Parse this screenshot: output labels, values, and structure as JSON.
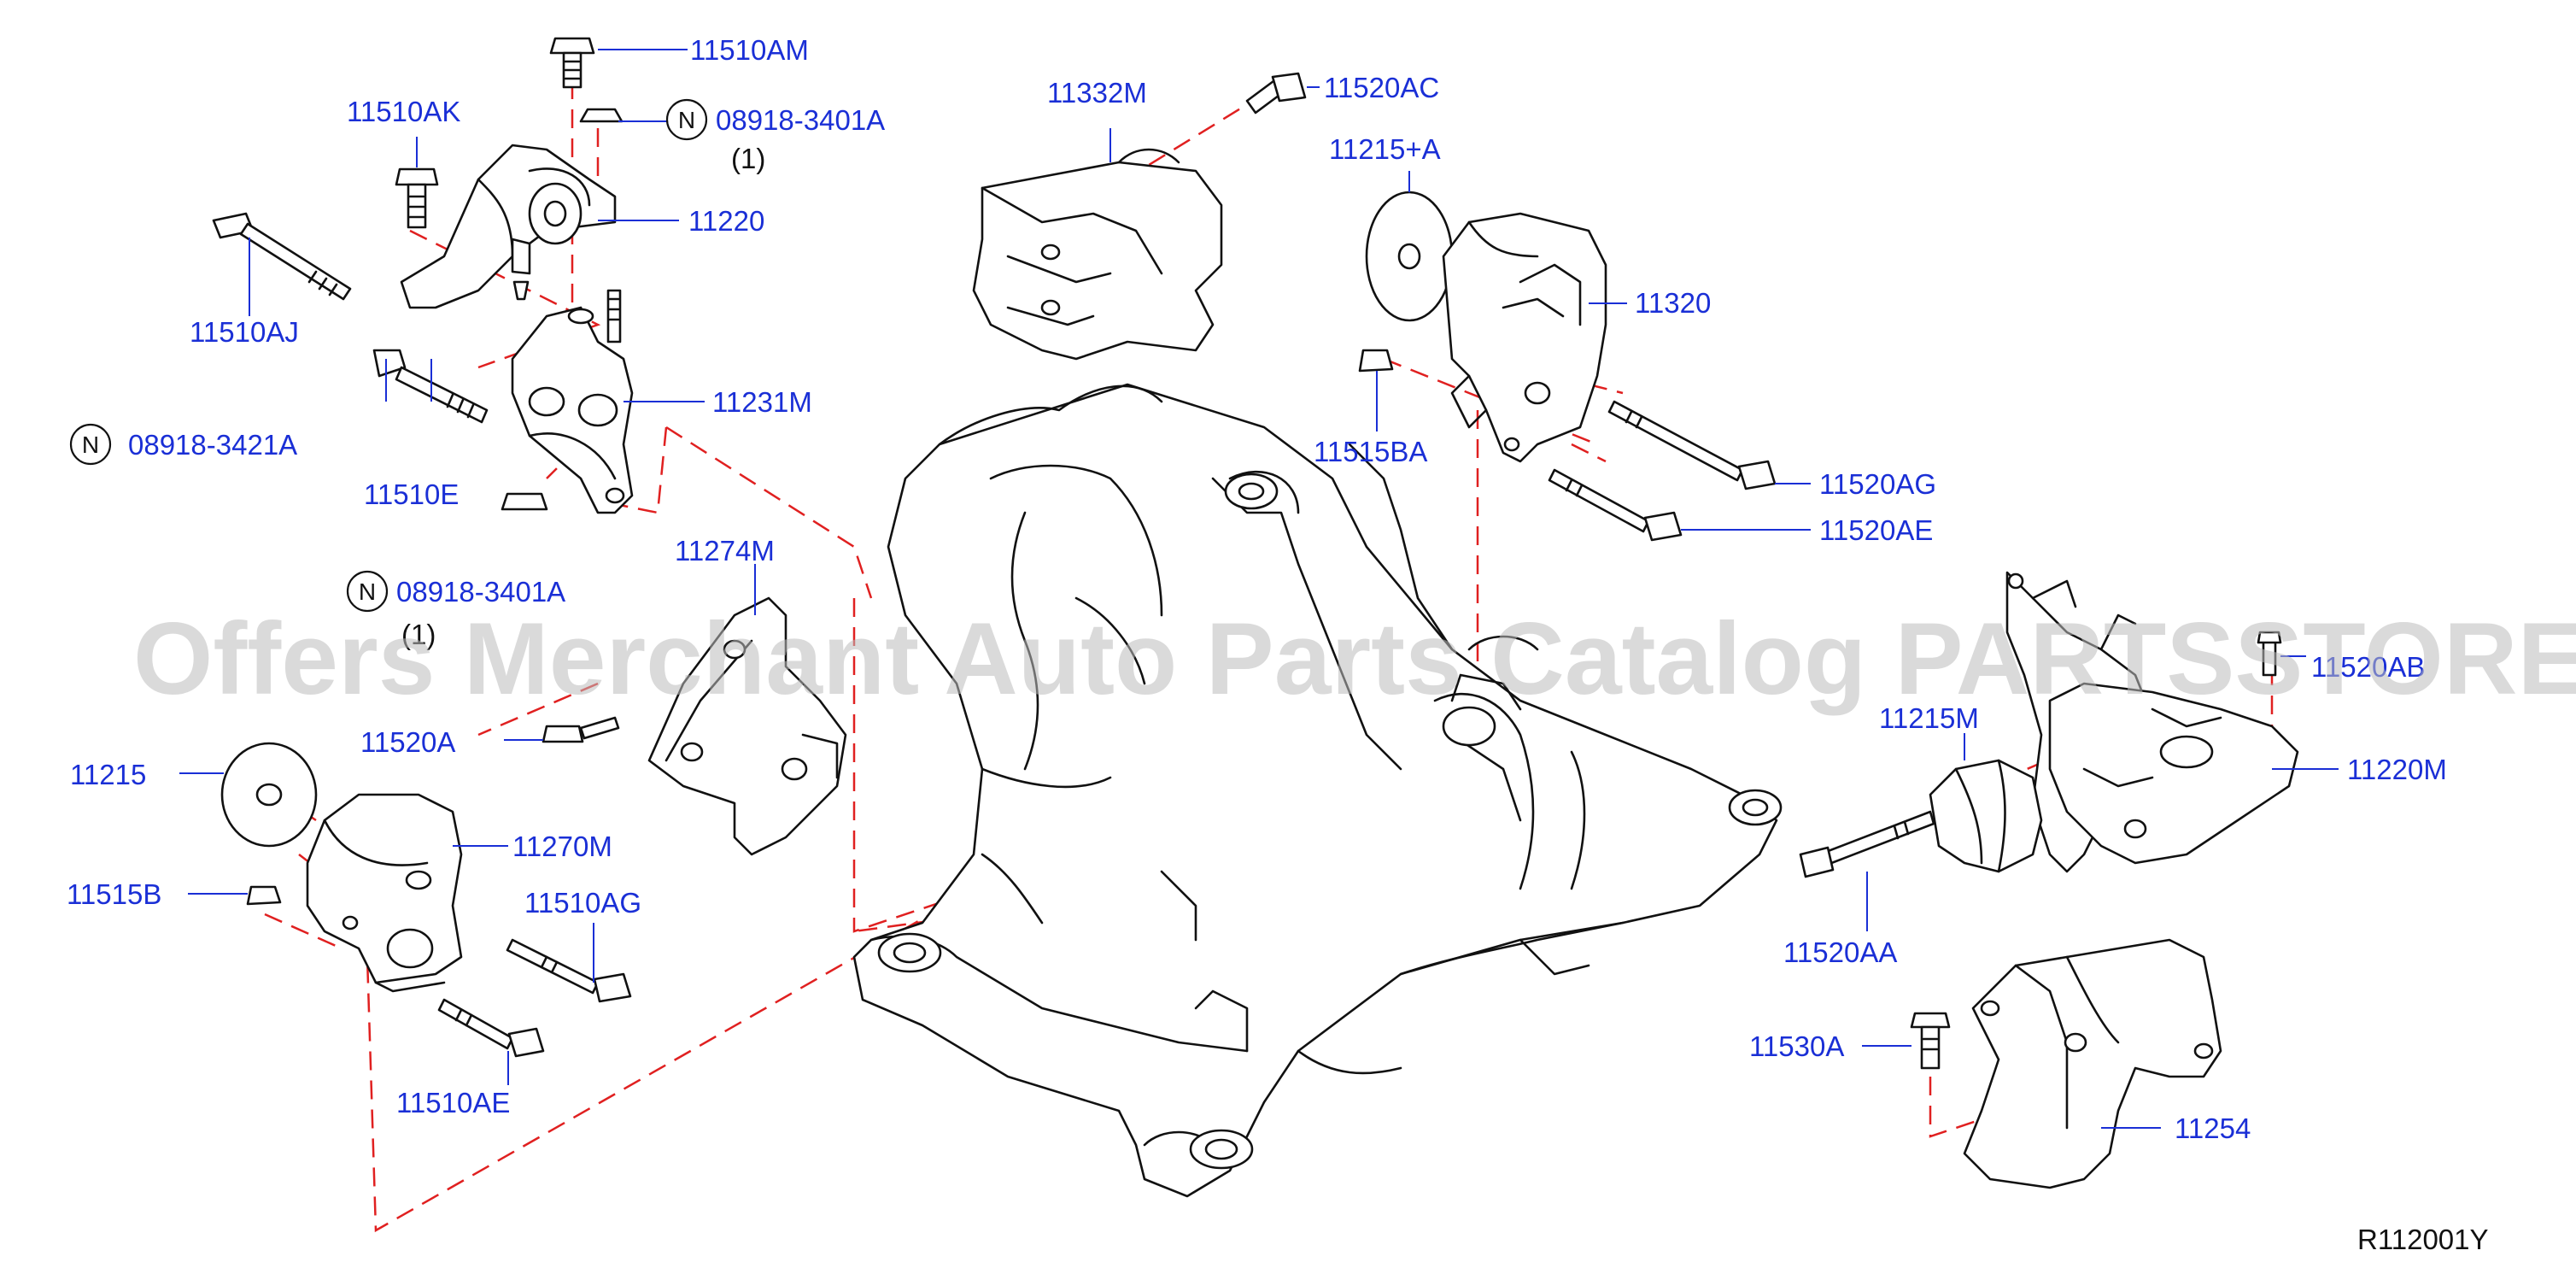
{
  "watermark": "Offers Merchant Auto Parts Catalog PARTSSTORE.SA",
  "diagram_id": "R112001Y",
  "note_symbol": "N",
  "parts": {
    "p11510AM": "11510AM",
    "p11510AK": "11510AK",
    "p08918_3401A_top": "08918-3401A",
    "p08918_3401A_top_qty": "(1)",
    "p11220": "11220",
    "p11510AJ": "11510AJ",
    "p11231M": "11231M",
    "p08918_3421A": "08918-3421A",
    "p11510E": "11510E",
    "p08918_3401A_mid": "08918-3401A",
    "p08918_3401A_mid_qty": "(1)",
    "p11274M": "11274M",
    "p11520A": "11520A",
    "p11215": "11215",
    "p11270M": "11270M",
    "p11515B": "11515B",
    "p11510AG": "11510AG",
    "p11510AE": "11510AE",
    "p11332M": "11332M",
    "p11520AC": "11520AC",
    "p11215_A": "11215+A",
    "p11320": "11320",
    "p11515BA": "11515BA",
    "p11520AG": "11520AG",
    "p11520AE": "11520AE",
    "p11520AB": "11520AB",
    "p11215M": "11215M",
    "p11220M": "11220M",
    "p11520AA": "11520AA",
    "p11530A": "11530A",
    "p11254": "11254"
  }
}
